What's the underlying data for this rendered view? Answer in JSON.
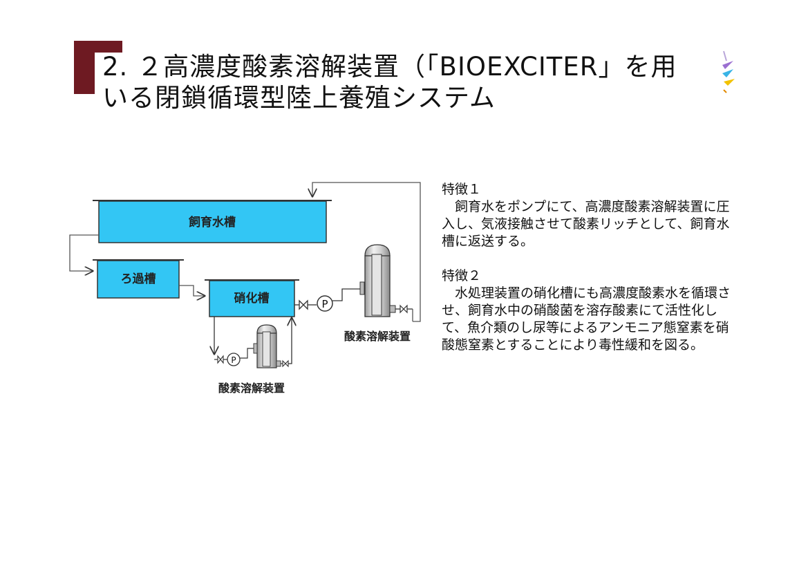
{
  "title": {
    "line1": "2. ２高濃度酸素溶解装置（「BIOEXCITER」を用",
    "line2": "いる閉鎖循環型陸上養殖システム"
  },
  "diagram": {
    "tank_rearing": "飼育水槽",
    "tank_filter": "ろ過槽",
    "tank_nitrification": "硝化槽",
    "device_label_main": "酸素溶解装置",
    "device_label_sub": "酸素溶解装置",
    "pump_symbol": "P",
    "pump_symbol_sub": "P"
  },
  "features": [
    {
      "heading": "特徴１",
      "body": "飼育水をポンプにて、高濃度酸素溶解装置に圧入し、気液接触させて酸素リッチとして、飼育水槽に返送する。"
    },
    {
      "heading": "特徴２",
      "body": "水処理装置の硝化槽にも高濃度酸素水を循環させ、飼育水中の硝酸菌を溶存酸素にて活性化して、魚介類のし尿等によるアンモニア態窒素を硝酸態窒素とすることにより毒性緩和を図る。"
    }
  ],
  "colors": {
    "accent": "#6e1a22",
    "tank_fill": "#33c6f4",
    "line": "#333333"
  }
}
